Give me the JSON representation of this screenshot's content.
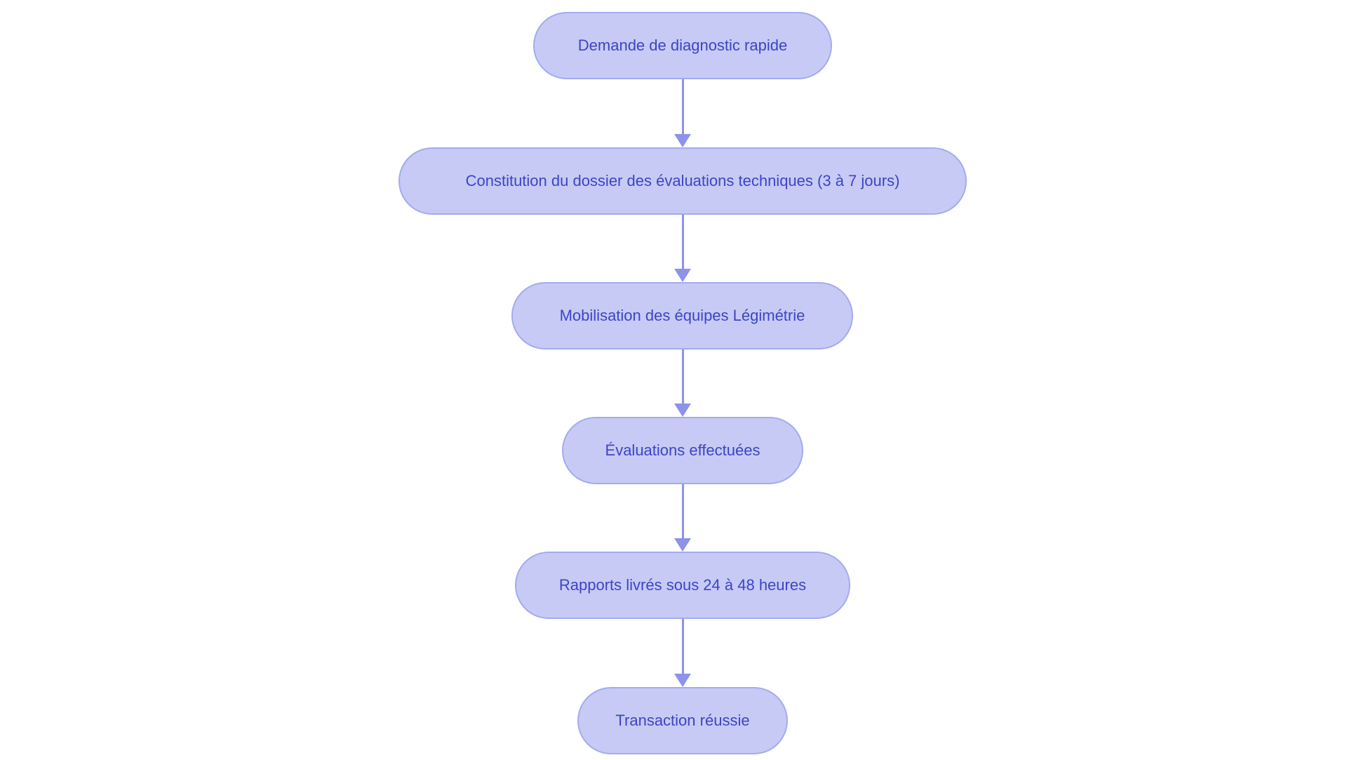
{
  "colors": {
    "background": "#ffffff",
    "node_fill": "#c7caf5",
    "node_border": "#a4abee",
    "node_text": "#3d45c5",
    "arrow": "#8c93e8"
  },
  "flowchart": {
    "type": "flowchart",
    "direction": "top-down",
    "nodes": [
      {
        "id": "n1",
        "label": "Demande de diagnostic rapide"
      },
      {
        "id": "n2",
        "label": "Constitution du dossier des évaluations techniques (3 à 7 jours)"
      },
      {
        "id": "n3",
        "label": "Mobilisation des équipes Légimétrie"
      },
      {
        "id": "n4",
        "label": "Évaluations effectuées"
      },
      {
        "id": "n5",
        "label": "Rapports livrés sous 24 à 48 heures"
      },
      {
        "id": "n6",
        "label": "Transaction réussie"
      }
    ],
    "edges": [
      {
        "from": "n1",
        "to": "n2"
      },
      {
        "from": "n2",
        "to": "n3"
      },
      {
        "from": "n3",
        "to": "n4"
      },
      {
        "from": "n4",
        "to": "n5"
      },
      {
        "from": "n5",
        "to": "n6"
      }
    ]
  }
}
